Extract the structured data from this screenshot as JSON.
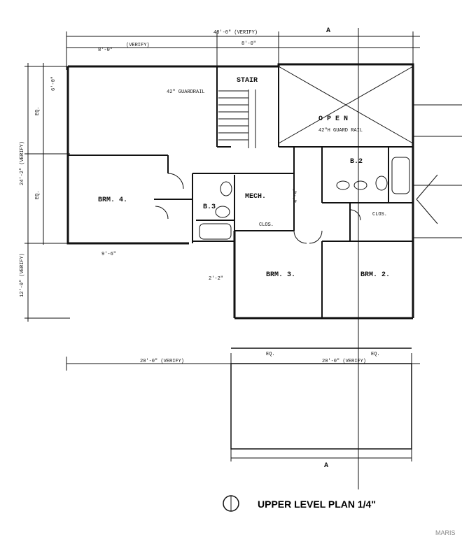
{
  "title": "UPPER LEVEL PLAN 1/4\"",
  "watermark": "MARIS",
  "section_marker": "A",
  "rooms": {
    "stair": "STAIR",
    "open": "O P E N",
    "brm4": "BRM. 4.",
    "mech": "MECH.",
    "brm3": "BRM. 3.",
    "brm2": "BRM. 2.",
    "b2": "B.2",
    "b3": "B.3",
    "clos1": "CLOS.",
    "clos2": "CLOS."
  },
  "notes": {
    "guardrail1": "42\" GUARDRAIL",
    "guardrail2": "42\"H GUARD RAIL"
  },
  "dimensions": {
    "overall_top": "48'-0\" (VERIFY)",
    "top_left": "8'-0\"",
    "top_verify": "(VERIFY)",
    "top_stair": "8'-0\"",
    "left_wall": "6'-0\"",
    "eq": "EQ.",
    "left_verify": "24'-2\" (VERIFY)",
    "left_lower": "12'-0\" (VERIFY)",
    "bottom_left": "20'-0\" (VERIFY)",
    "bottom_right": "20'-0\" (VERIFY)",
    "mid1": "9'-6\"",
    "mid2": "4'-4\"",
    "mid3": "2'-2\""
  }
}
